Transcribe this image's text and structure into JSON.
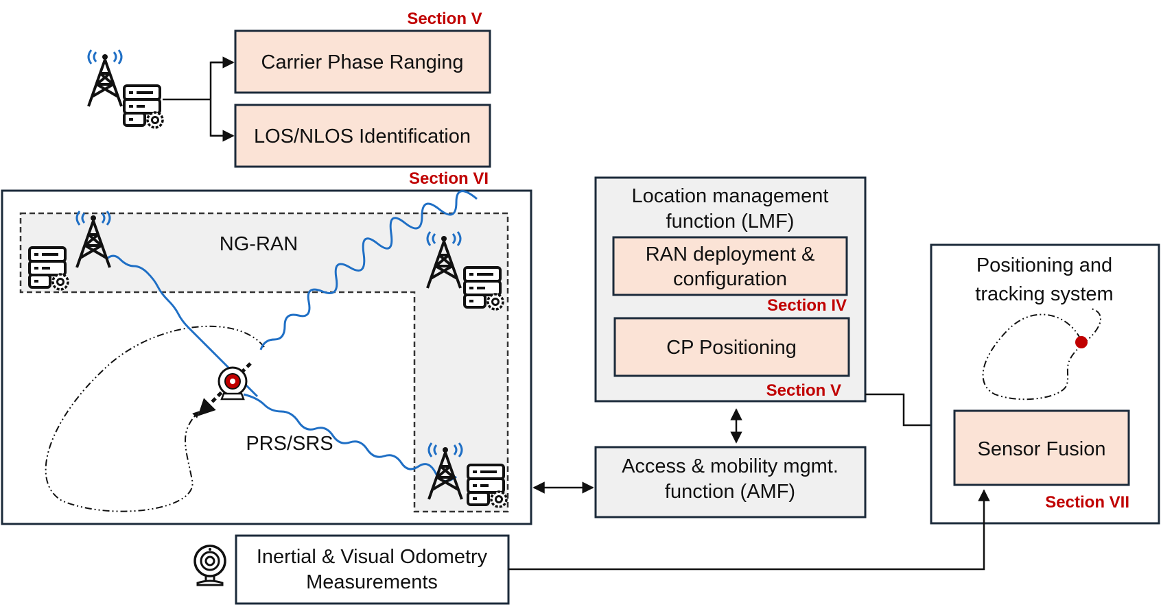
{
  "top_boxes": {
    "section_label": "Section V",
    "carrier_phase": "Carrier Phase Ranging",
    "los_nlos": "LOS/NLOS Identification"
  },
  "left_panel": {
    "section_label": "Section VI",
    "ngran_label": "NG-RAN",
    "signal_label": "PRS/SRS"
  },
  "lmf": {
    "title_line1": "Location management",
    "title_line2": "function (LMF)",
    "ran_line1": "RAN deployment &",
    "ran_line2": "configuration",
    "ran_section": "Section IV",
    "cp_label": "CP Positioning",
    "cp_section": "Section V"
  },
  "amf": {
    "line1": "Access & mobility mgmt.",
    "line2": "function (AMF)"
  },
  "positioning": {
    "title_line1": "Positioning and",
    "title_line2": "tracking system",
    "fusion_label": "Sensor Fusion",
    "section_label": "Section VII"
  },
  "odometry": {
    "line1": "Inertial & Visual Odometry",
    "line2": "Measurements"
  },
  "colors": {
    "section_red": "#c00000",
    "box_fill_pink": "#fbe3d6",
    "box_fill_grey": "#f0f0f0",
    "signal_blue": "#1f6fc5",
    "antenna_blue": "#1f6fc5",
    "device_red": "#c00000"
  },
  "icons": [
    "tower-icon",
    "server-gear-icon",
    "camera-icon",
    "user-device-icon"
  ]
}
